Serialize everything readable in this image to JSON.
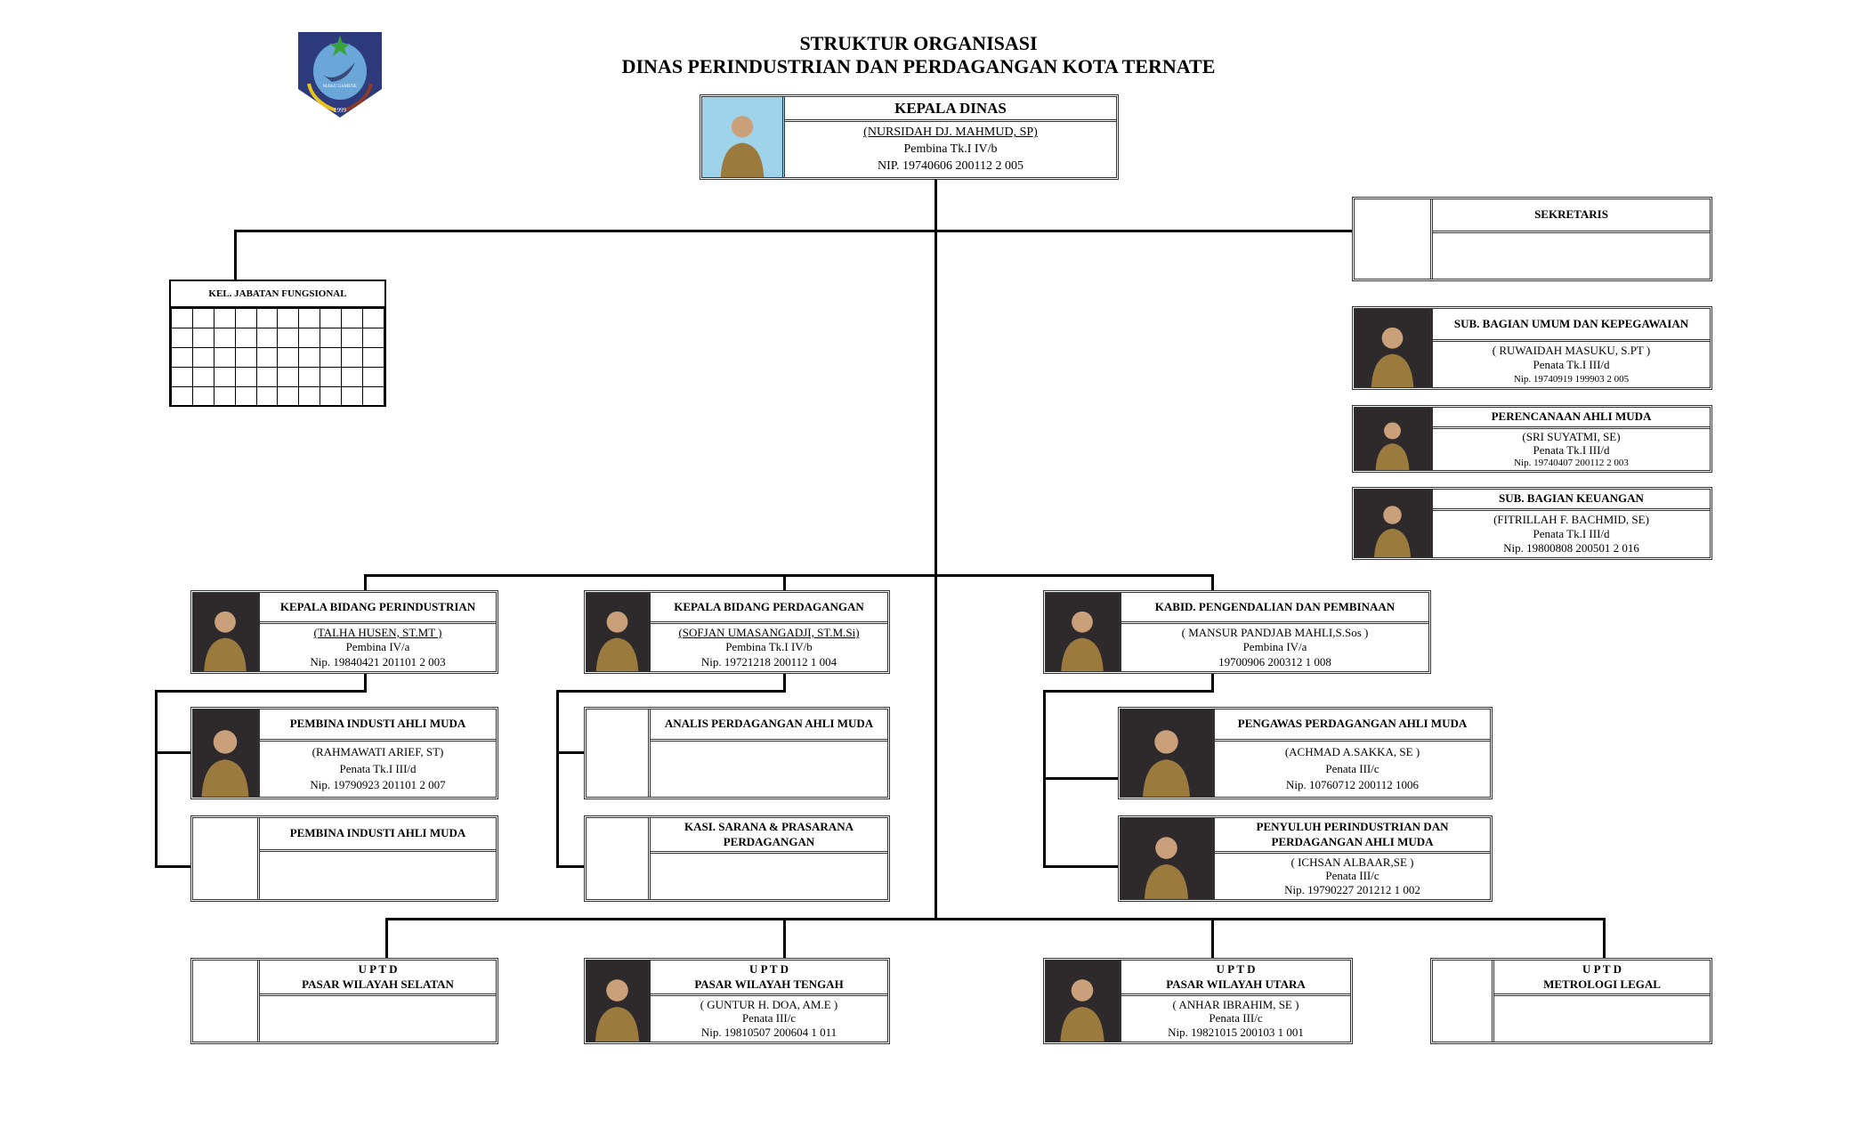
{
  "header": {
    "title_line1": "STRUKTUR ORGANISASI",
    "title_line2": "DINAS PERINDUSTRIAN DAN PERDAGANGAN KOTA TERNATE",
    "logo": {
      "text": "MAKU GAMENE",
      "year": "1999",
      "colors": {
        "shield": "#2d3a7c",
        "inner": "#6aa7d8",
        "star": "#3aa335"
      }
    }
  },
  "fungsional": {
    "title": "KEL. JABATAN FUNGSIONAL"
  },
  "boxes": [
    {
      "id": "kadis",
      "title": "KEPALA DINAS",
      "name": "(NURSIDAH DJ. MAHMUD, SP)",
      "rank": "Pembina Tk.I IV/b",
      "nip": "NIP. 19740606 200112 2 005",
      "photo": "light",
      "underline": true
    },
    {
      "id": "sekretaris",
      "title": "SEKRETARIS",
      "photo": "empty"
    },
    {
      "id": "umum",
      "title": "SUB. BAGIAN UMUM DAN KEPEGAWAIAN",
      "name": "( RUWAIDAH MASUKU, S.PT )",
      "rank": "Penata Tk.I III/d",
      "nip": "Nip. 19740919 199903 2 005",
      "photo": "filled",
      "smallnip": true
    },
    {
      "id": "perencanaan",
      "title": "PERENCANAAN AHLI MUDA",
      "name": "(SRI SUYATMI, SE)",
      "rank": "Penata Tk.I III/d",
      "nip": "Nip. 19740407 200112 2 003",
      "photo": "filled",
      "smallnip": true
    },
    {
      "id": "keuangan",
      "title": "SUB. BAGIAN KEUANGAN",
      "name": "(FITRILLAH F. BACHMID, SE)",
      "rank": "Penata Tk.I III/d",
      "nip": "Nip. 19800808 200501 2 016",
      "photo": "filled"
    },
    {
      "id": "kabid_industri",
      "title": "KEPALA BIDANG PERINDUSTRIAN",
      "name": "(TALHA HUSEN, ST.MT )",
      "rank": "Pembina IV/a",
      "nip": "Nip. 19840421 201101 2 003",
      "photo": "filled",
      "underline": true
    },
    {
      "id": "kabid_dagang",
      "title": "KEPALA BIDANG PERDAGANGAN",
      "name": "(SOFJAN UMASANGADJI, ST.M.Si)",
      "rank": "Pembina Tk.I IV/b",
      "nip": "Nip. 19721218 200112 1 004",
      "photo": "filled",
      "underline": true
    },
    {
      "id": "kabid_pengendalian",
      "title": "KABID. PENGENDALIAN DAN PEMBINAAN",
      "name": "( MANSUR PANDJAB MAHLI,S.Sos )",
      "rank": "Pembina IV/a",
      "nip": "19700906 200312 1 008",
      "photo": "filled"
    },
    {
      "id": "pembina1",
      "title": "PEMBINA INDUSTI AHLI MUDA",
      "name": "(RAHMAWATI ARIEF, ST)",
      "rank": "Penata Tk.I III/d",
      "nip": "Nip. 19790923 201101 2 007",
      "photo": "filled"
    },
    {
      "id": "pembina2",
      "title": "PEMBINA INDUSTI AHLI MUDA",
      "photo": "empty"
    },
    {
      "id": "analis",
      "title": "ANALIS PERDAGANGAN AHLI MUDA",
      "photo": "empty"
    },
    {
      "id": "kasi",
      "title": "KASI. SARANA & PRASARANA PERDAGANGAN",
      "photo": "empty"
    },
    {
      "id": "pengawas",
      "title": "PENGAWAS PERDAGANGAN AHLI MUDA",
      "name": "(ACHMAD A.SAKKA, SE )",
      "rank": "Penata III/c",
      "nip": "Nip. 10760712 200112 1006",
      "photo": "filled"
    },
    {
      "id": "penyuluh",
      "title": "PENYULUH PERINDUSTRIAN DAN PERDAGANGAN AHLI MUDA",
      "name": "( ICHSAN ALBAAR,SE )",
      "rank": "Penata III/c",
      "nip": "Nip. 19790227 201212 1 002",
      "photo": "filled"
    },
    {
      "id": "uptd_selatan",
      "title": "U P T D",
      "subtitle": "PASAR WILAYAH  SELATAN",
      "photo": "empty"
    },
    {
      "id": "uptd_tengah",
      "title": "U P T D",
      "subtitle": "PASAR WILAYAH  TENGAH",
      "name": "( GUNTUR  H. DOA, AM.E )",
      "rank": "Penata III/c",
      "nip": "Nip. 19810507 200604 1 011",
      "photo": "filled"
    },
    {
      "id": "uptd_utara",
      "title": "U P T D",
      "subtitle": "PASAR WILAYAH UTARA",
      "name": "( ANHAR IBRAHIM, SE )",
      "rank": "Penata III/c",
      "nip": "Nip. 19821015 200103 1 001",
      "photo": "filled"
    },
    {
      "id": "uptd_metrologi",
      "title": "U P T D",
      "subtitle": "METROLOGI LEGAL",
      "photo": "empty"
    }
  ]
}
